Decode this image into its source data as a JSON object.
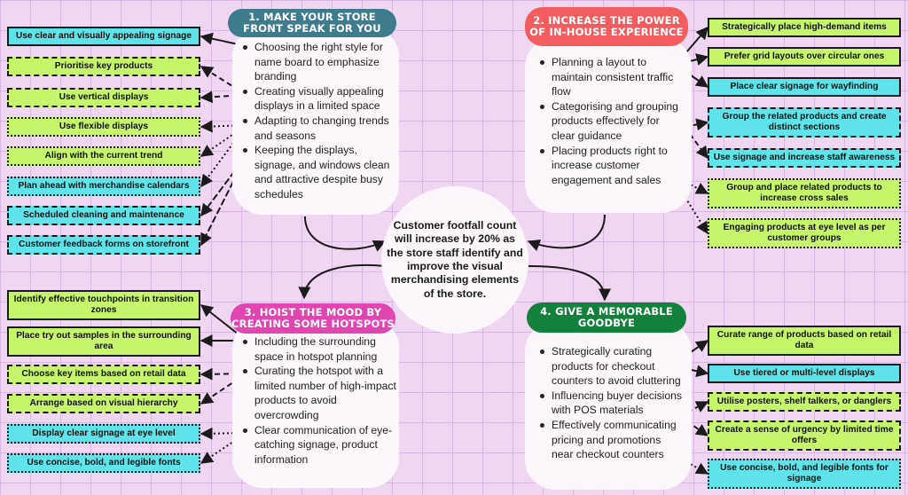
{
  "center": {
    "text": "Customer footfall count will increase by 20% as the store staff identify and improve the visual merchandising elements of the store."
  },
  "sections": [
    {
      "title": "1. Make your store front speak for you",
      "bullets": [
        "Choosing the right style for name board to emphasize branding",
        "Creating visually appealing displays in a limited space",
        "Adapting to changing trends and seasons",
        "Keeping the displays, signage, and windows clean and attractive despite busy schedules"
      ],
      "boxes": [
        "Use clear and visually appealing signage",
        "Prioritise key products",
        "Use vertical displays",
        "Use flexible displays",
        "Align with the current trend",
        "Plan ahead with merchandise calendars",
        "Scheduled cleaning and maintenance",
        "Customer feedback forms on storefront"
      ]
    },
    {
      "title": "2. Increase the power of in-house experience",
      "bullets": [
        "Planning a layout to maintain consistent traffic flow",
        "Categorising and grouping products effectively for clear guidance",
        "Placing products right to increase customer engagement and sales"
      ],
      "boxes": [
        "Strategically place high-demand items",
        "Prefer grid layouts over circular ones",
        "Place clear signage for wayfinding",
        "Group the related products and create distinct sections",
        "Use signage and increase staff awareness",
        "Group and place related products to increase cross sales",
        "Engaging products at eye level as per customer groups"
      ]
    },
    {
      "title": "3. Hoist the mood by creating some hotspots",
      "bullets": [
        "Including the surrounding space in hotspot planning",
        "Curating the hotspot with a limited number of high-impact products to avoid overcrowding",
        "Clear communication of eye-catching signage, product information"
      ],
      "boxes": [
        "Identify effective touchpoints in transition zones",
        "Place try out samples in the surrounding area",
        "Choose key items based on retail data",
        "Arrange based on visual hierarchy",
        "Display clear signage at eye level",
        "Use concise, bold, and legible fonts"
      ]
    },
    {
      "title": "4. Give a memorable goodbye",
      "bullets": [
        "Strategically curating products for checkout counters to avoid cluttering",
        "Influencing buyer decisions with POS materials",
        "Effectively communicating pricing and promotions near checkout counters"
      ],
      "boxes": [
        "Curate range of products based on retail data",
        "Use tiered or multi-level displays",
        "Utilise posters, shelf talkers, or danglers",
        "Create a sense of urgency by limited time offers",
        "Use concise, bold, and legible fonts for signage"
      ]
    }
  ],
  "colors": {
    "background": "#efd7f2",
    "grid": "#d9b9df",
    "panel": "#fbf7fb",
    "section1": "#3c7c8d",
    "section2": "#f25c5c",
    "section3": "#e145b2",
    "section4": "#14803e",
    "lime_box": "#c6f46a",
    "cyan_box": "#5ee3ea"
  }
}
